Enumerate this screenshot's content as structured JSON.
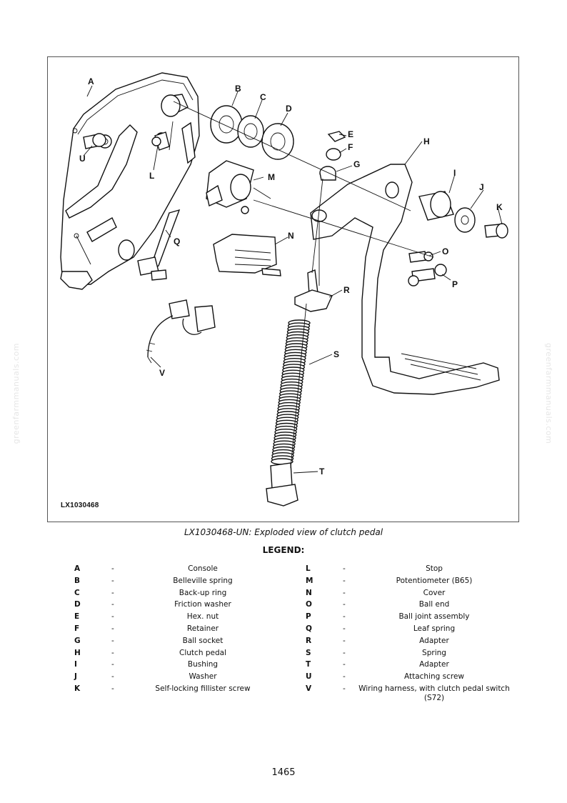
{
  "figure": {
    "id_label": "LX1030468",
    "callouts": [
      "A",
      "B",
      "C",
      "D",
      "E",
      "F",
      "G",
      "H",
      "I",
      "J",
      "K",
      "L",
      "M",
      "N",
      "O",
      "P",
      "Q",
      "R",
      "S",
      "T",
      "U",
      "V"
    ]
  },
  "caption": "LX1030468-UN: Exploded view of clutch pedal",
  "legend_title": "LEGEND:",
  "legend": {
    "left": [
      {
        "key": "A",
        "dash": "-",
        "desc": "Console"
      },
      {
        "key": "B",
        "dash": "-",
        "desc": "Belleville spring"
      },
      {
        "key": "C",
        "dash": "-",
        "desc": "Back-up ring"
      },
      {
        "key": "D",
        "dash": "-",
        "desc": "Friction washer"
      },
      {
        "key": "E",
        "dash": "-",
        "desc": "Hex. nut"
      },
      {
        "key": "F",
        "dash": "-",
        "desc": "Retainer"
      },
      {
        "key": "G",
        "dash": "-",
        "desc": "Ball socket"
      },
      {
        "key": "H",
        "dash": "-",
        "desc": "Clutch pedal"
      },
      {
        "key": "I",
        "dash": "-",
        "desc": "Bushing"
      },
      {
        "key": "J",
        "dash": "-",
        "desc": "Washer"
      },
      {
        "key": "K",
        "dash": "-",
        "desc": "Self-locking fillister screw"
      }
    ],
    "right": [
      {
        "key": "L",
        "dash": "-",
        "desc": "Stop"
      },
      {
        "key": "M",
        "dash": "-",
        "desc": "Potentiometer (B65)"
      },
      {
        "key": "N",
        "dash": "-",
        "desc": "Cover"
      },
      {
        "key": "O",
        "dash": "-",
        "desc": "Ball end"
      },
      {
        "key": "P",
        "dash": "-",
        "desc": "Ball joint assembly"
      },
      {
        "key": "Q",
        "dash": "-",
        "desc": "Leaf spring"
      },
      {
        "key": "R",
        "dash": "-",
        "desc": "Adapter"
      },
      {
        "key": "S",
        "dash": "-",
        "desc": "Spring"
      },
      {
        "key": "T",
        "dash": "-",
        "desc": "Adapter"
      },
      {
        "key": "U",
        "dash": "-",
        "desc": "Attaching screw"
      },
      {
        "key": "V",
        "dash": "-",
        "desc": "Wiring harness, with clutch pedal switch (S72)"
      }
    ]
  },
  "watermark": "greenfarmmanuals.com",
  "page_number": "1465"
}
